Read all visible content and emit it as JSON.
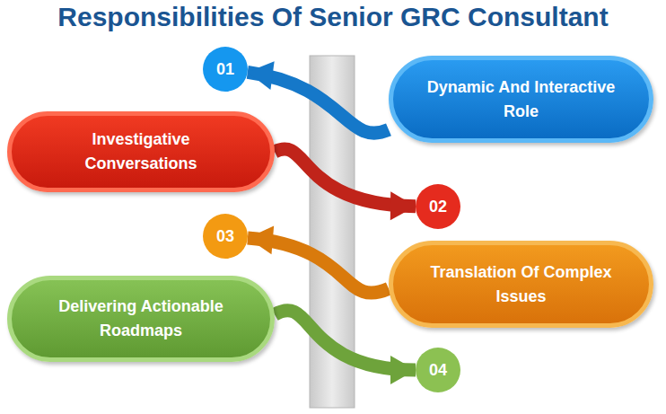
{
  "diagram": {
    "title": "Responsibilities Of Senior GRC Consultant",
    "nodes": [
      {
        "text": [
          "01"
        ]
      },
      {
        "text": [
          "Dynamic And Interactive Role"
        ]
      },
      {
        "text": [
          "Investigative Conversations"
        ]
      },
      {
        "text": [
          "02"
        ]
      },
      {
        "text": [
          "03"
        ]
      },
      {
        "text": [
          "Translation Of Complex Issues"
        ]
      },
      {
        "text": [
          "Delivering Actionable Roadmaps"
        ]
      },
      {
        "text": [
          "04"
        ]
      }
    ],
    "edges": [
      {
        "from": 1,
        "to": 0,
        "arrow": "to"
      },
      {
        "from": 2,
        "to": 3,
        "arrow": "to"
      },
      {
        "from": 5,
        "to": 4,
        "arrow": "to"
      },
      {
        "from": 6,
        "to": 7,
        "arrow": "to"
      }
    ]
  }
}
